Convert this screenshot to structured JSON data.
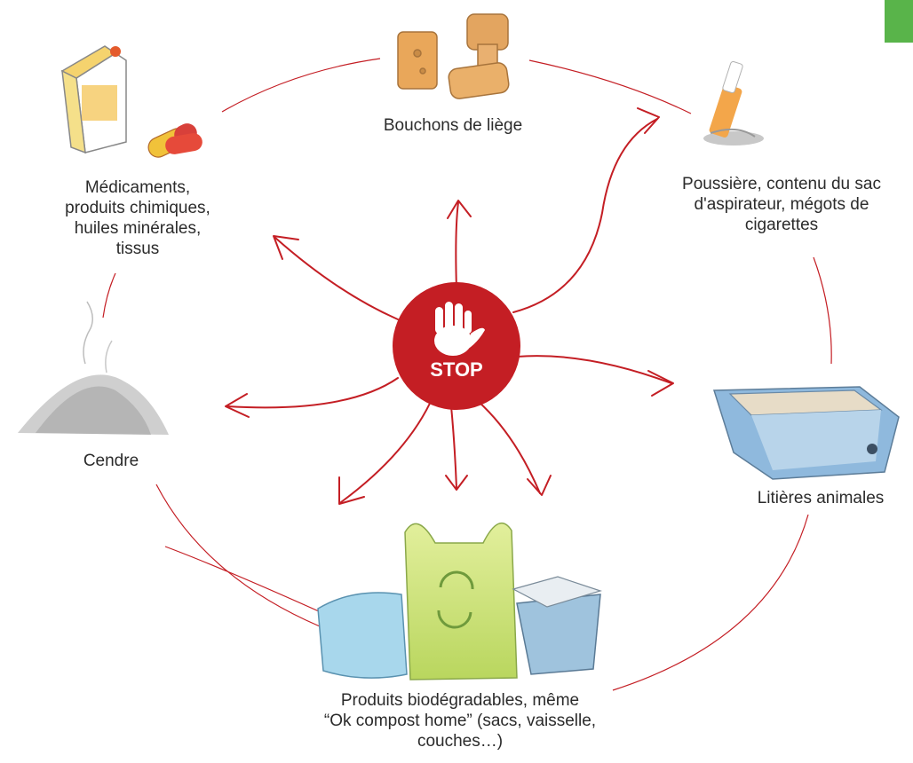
{
  "stop_sign": {
    "text": "STOP",
    "color": "#c41e24",
    "icon": "hand-icon"
  },
  "items": {
    "cork": {
      "label": "Bouchons de liège",
      "icon": "cork-stoppers-illustration"
    },
    "meds": {
      "label": "Médicaments,\nproduits chimiques,\nhuiles minérales,\ntissus",
      "icon": "milk-carton-and-pills-illustration"
    },
    "dust": {
      "label": "Poussière, contenu du sac\nd'aspirateur, mégots de\ncigarettes",
      "icon": "cigarette-butt-illustration"
    },
    "ash": {
      "label": "Cendre",
      "icon": "ash-pile-illustration"
    },
    "litter": {
      "label": "Litières animales",
      "icon": "litter-box-illustration"
    },
    "bio": {
      "label": "Produits biodégradables, même\n“Ok compost home” (sacs, vaisselle,\ncouches…)",
      "icon": "bag-diaper-container-illustration"
    }
  },
  "colors": {
    "arrow": "#c41e24",
    "accent_tab": "#59b44a"
  }
}
